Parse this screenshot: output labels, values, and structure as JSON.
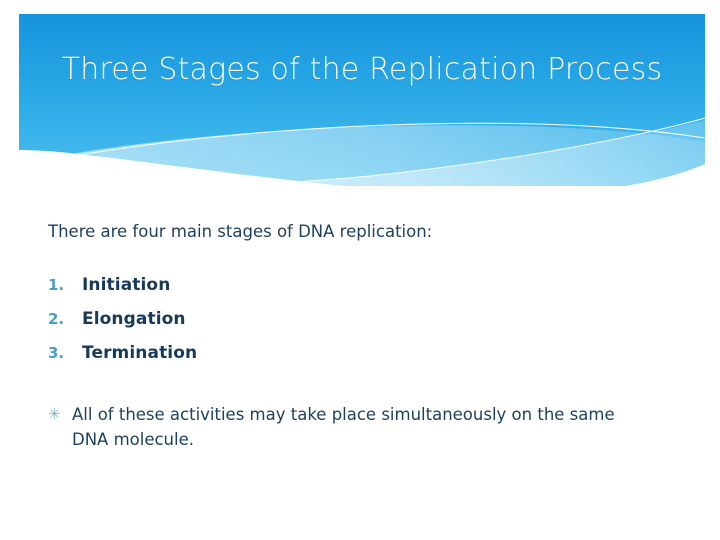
{
  "slide": {
    "title": "Three Stages of the Replication Process",
    "title_line1": "Three Stages of the Replication",
    "title_line2": "Process",
    "intro": "There are four main stages of DNA replication:",
    "numbered_items": [
      {
        "marker": "1.",
        "label": "Initiation"
      },
      {
        "marker": "2.",
        "label": "Elongation"
      },
      {
        "marker": "3.",
        "label": "Termination"
      }
    ],
    "bullet_items": [
      {
        "marker": "✳",
        "marker_name": "asterisk-bullet-icon",
        "text": "All of these activities may take place simultaneously on the same DNA molecule."
      }
    ]
  },
  "colors": {
    "banner_top": "#1a9ade",
    "banner_bottom": "#4fc0ef",
    "banner_mid": "#3bb3ec",
    "wave_light": "#a8ddf5",
    "wave_lighter": "#c8e9f9",
    "wave_line": "#ffffff",
    "title_text": "#ffffff",
    "body_text": "#1d3f5e",
    "heading_text": "#17395a",
    "number_marker": "#4b9ec9",
    "bullet_marker": "#73b7d6",
    "page_background": "#ffffff"
  }
}
